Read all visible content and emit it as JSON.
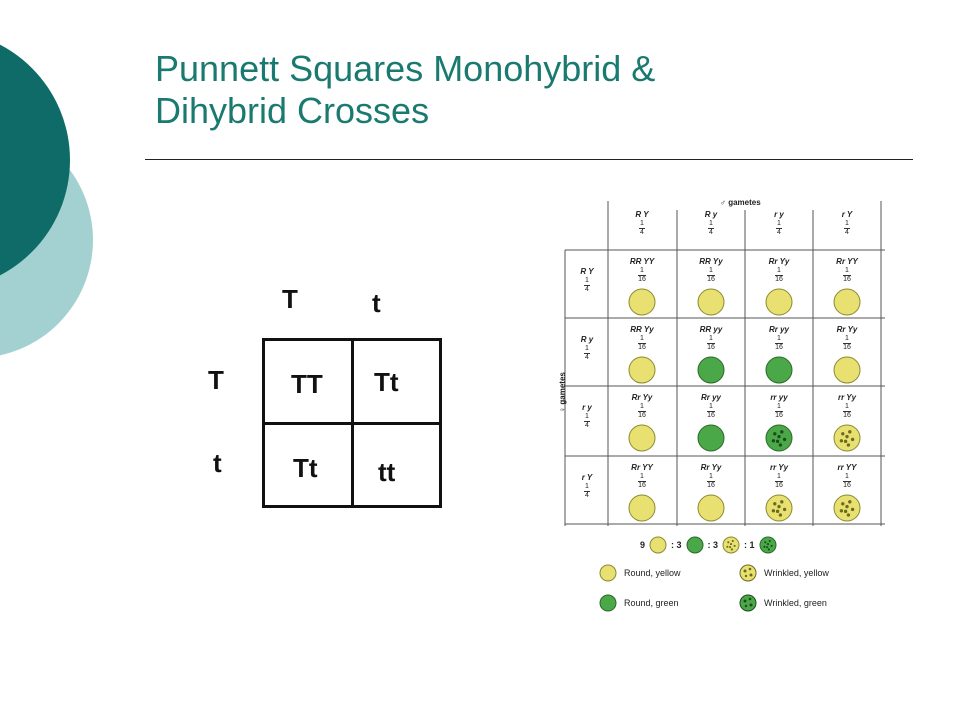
{
  "slide": {
    "title_line1": "Punnett Squares Monohybrid &",
    "title_line2": "Dihybrid Crosses"
  },
  "colors": {
    "deco_dark": "#0f6b67",
    "deco_light": "#a3d1d1",
    "title": "#1a7a70",
    "pea_yellow": "#e8e070",
    "pea_green": "#4aa848"
  },
  "monohybrid": {
    "top_alleles": [
      "T",
      "t"
    ],
    "side_alleles": [
      "T",
      "t"
    ],
    "cells": [
      [
        "TT",
        "Tt"
      ],
      [
        "Tt",
        "tt"
      ]
    ]
  },
  "dihybrid": {
    "male_label": "♂ gametes",
    "female_label": "♀ gametes",
    "top_gametes": [
      "R Y",
      "R y",
      "r y",
      "r Y"
    ],
    "side_gametes": [
      "R Y",
      "R y",
      "r y",
      "r Y"
    ],
    "gamete_fraction": {
      "num": "1",
      "den": "4"
    },
    "cell_fraction": {
      "num": "1",
      "den": "16"
    },
    "cells": [
      [
        {
          "g": "RR YY",
          "p": "round-yellow"
        },
        {
          "g": "RR Yy",
          "p": "round-yellow"
        },
        {
          "g": "Rr Yy",
          "p": "round-yellow"
        },
        {
          "g": "Rr YY",
          "p": "round-yellow"
        }
      ],
      [
        {
          "g": "RR Yy",
          "p": "round-yellow"
        },
        {
          "g": "RR yy",
          "p": "round-green"
        },
        {
          "g": "Rr yy",
          "p": "round-green"
        },
        {
          "g": "Rr Yy",
          "p": "round-yellow"
        }
      ],
      [
        {
          "g": "Rr Yy",
          "p": "round-yellow"
        },
        {
          "g": "Rr yy",
          "p": "round-green"
        },
        {
          "g": "rr yy",
          "p": "wrinkled-green"
        },
        {
          "g": "rr Yy",
          "p": "wrinkled-yellow"
        }
      ],
      [
        {
          "g": "Rr YY",
          "p": "round-yellow"
        },
        {
          "g": "Rr Yy",
          "p": "round-yellow"
        },
        {
          "g": "rr Yy",
          "p": "wrinkled-yellow"
        },
        {
          "g": "rr YY",
          "p": "wrinkled-yellow"
        }
      ]
    ],
    "ratio": [
      "9",
      ": 3",
      ": 3",
      ": 1"
    ],
    "legend": {
      "round_yellow": "Round, yellow",
      "wrinkled_yellow": "Wrinkled, yellow",
      "round_green": "Round, green",
      "wrinkled_green": "Wrinkled, green"
    }
  }
}
